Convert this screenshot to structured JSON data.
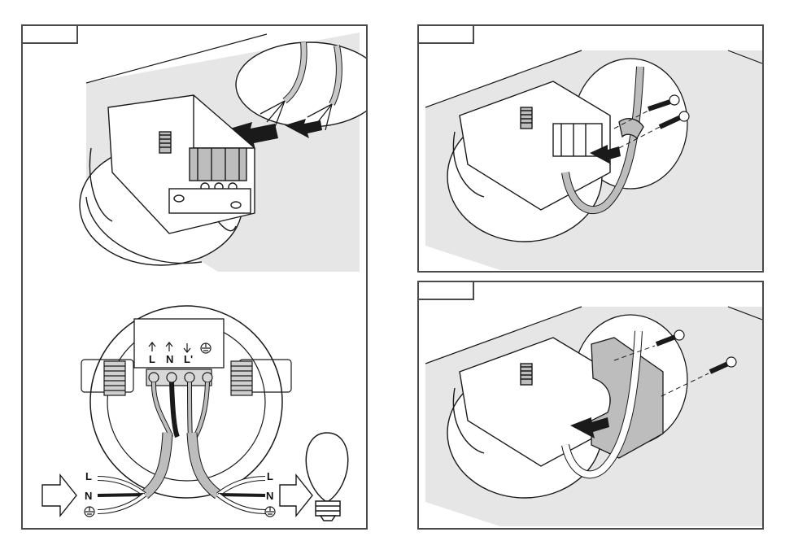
{
  "wiring": {
    "terminal_labels": [
      "L",
      "N",
      "L'"
    ],
    "source_lines": [
      "L",
      "N"
    ],
    "load_lines": [
      "L",
      "N"
    ]
  },
  "icons": {
    "earth_symbol": "ground-icon",
    "lamp_symbol": "light-bulb-icon",
    "feed_arrow": "arrow-right-icon",
    "screw": "screw-icon"
  },
  "colors": {
    "line": "#1a1a1a",
    "fill_grey": "#bdbdbd",
    "ceiling_grey": "#e6e6e6",
    "frame": "#4a4a4a"
  }
}
